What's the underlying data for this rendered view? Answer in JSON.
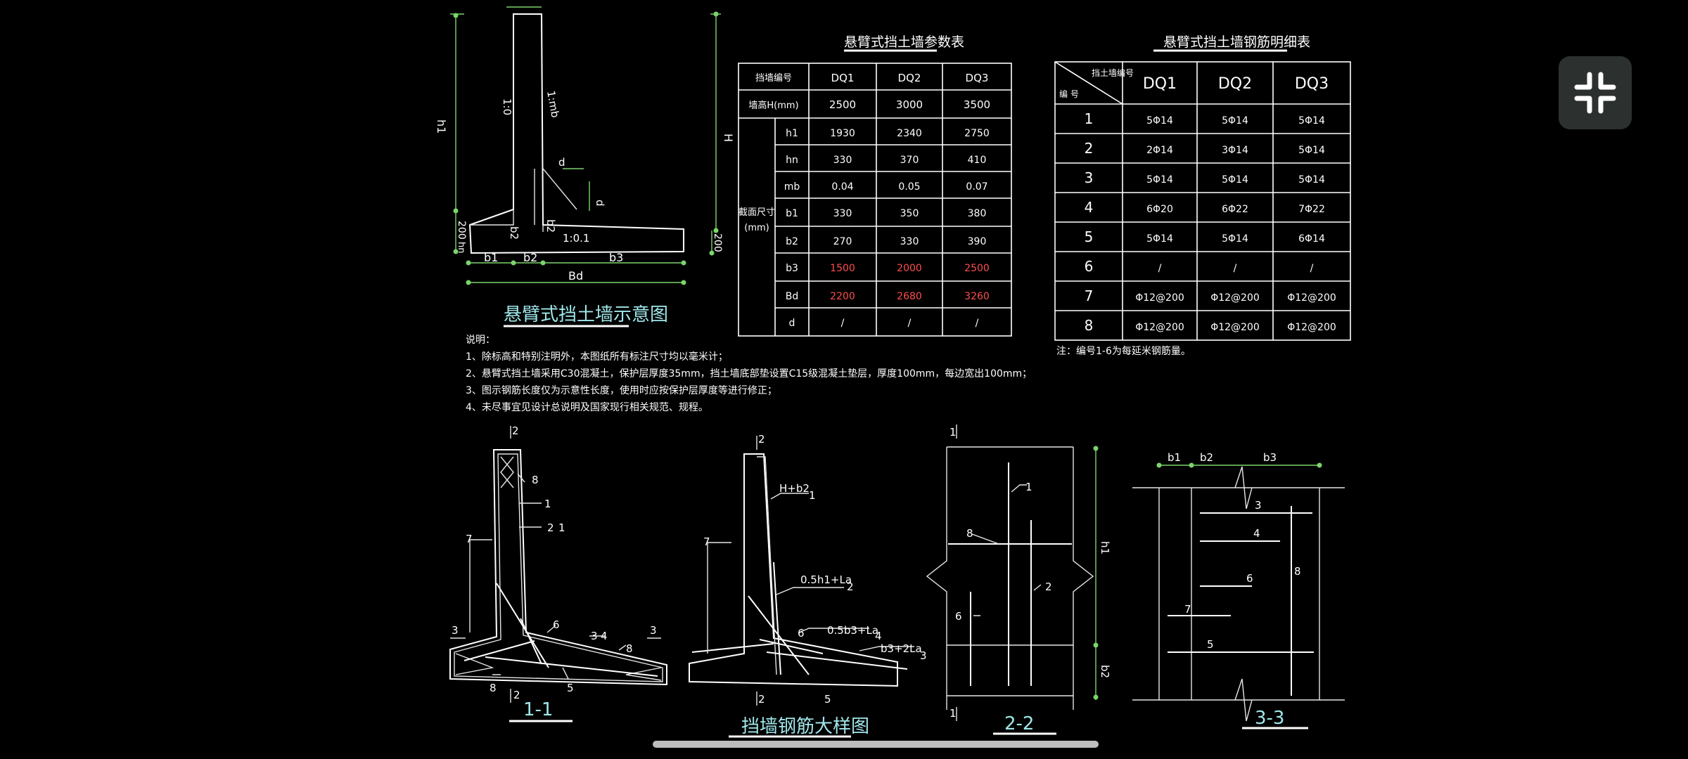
{
  "schematic": {
    "title": "悬臂式挡土墙示意图",
    "labels": {
      "h1": "h1",
      "H": "H",
      "slope_front": "1:0",
      "slope_back": "1:mb",
      "d_h": "d",
      "d_v": "d",
      "b2_l": "b2",
      "b2_r": "b2",
      "bottom_slope": "1:0.1",
      "dim_200_l": "200",
      "dim_200_r": "200",
      "hn": "hn",
      "b1": "b1",
      "b2": "b2",
      "b3": "b3",
      "Bd": "Bd"
    }
  },
  "param_table": {
    "title": "悬臂式挡土墙参数表",
    "head": [
      "挡墙编号",
      "DQ1",
      "DQ2",
      "DQ3"
    ],
    "height_row": [
      "墙高H(mm)",
      "2500",
      "3000",
      "3500"
    ],
    "group_label_1": "截面尺寸",
    "group_label_2": "(mm)",
    "rows": [
      {
        "k": "h1",
        "v": [
          "1930",
          "2340",
          "2750"
        ],
        "red": false
      },
      {
        "k": "hn",
        "v": [
          "330",
          "370",
          "410"
        ],
        "red": false
      },
      {
        "k": "mb",
        "v": [
          "0.04",
          "0.05",
          "0.07"
        ],
        "red": false
      },
      {
        "k": "b1",
        "v": [
          "330",
          "350",
          "380"
        ],
        "red": false
      },
      {
        "k": "b2",
        "v": [
          "270",
          "330",
          "390"
        ],
        "red": false
      },
      {
        "k": "b3",
        "v": [
          "1500",
          "2000",
          "2500"
        ],
        "red": true
      },
      {
        "k": "Bd",
        "v": [
          "2200",
          "2680",
          "3260"
        ],
        "red": true
      },
      {
        "k": "d",
        "v": [
          "/",
          "/",
          "/"
        ],
        "red": false
      }
    ]
  },
  "rebar_table": {
    "title": "悬臂式挡土墙钢筋明细表",
    "corner_top": "挡土墙编号",
    "corner_bottom": "编 号",
    "head": [
      "DQ1",
      "DQ2",
      "DQ3"
    ],
    "rows": [
      [
        "1",
        "5Φ14",
        "5Φ14",
        "5Φ14"
      ],
      [
        "2",
        "2Φ14",
        "3Φ14",
        "5Φ14"
      ],
      [
        "3",
        "5Φ14",
        "5Φ14",
        "5Φ14"
      ],
      [
        "4",
        "6Φ20",
        "6Φ22",
        "7Φ22"
      ],
      [
        "5",
        "5Φ14",
        "5Φ14",
        "6Φ14"
      ],
      [
        "6",
        "/",
        "/",
        "/"
      ],
      [
        "7",
        "Φ12@200",
        "Φ12@200",
        "Φ12@200"
      ],
      [
        "8",
        "Φ12@200",
        "Φ12@200",
        "Φ12@200"
      ]
    ],
    "note": "注：编号1-6为每延米钢筋量。"
  },
  "notes": [
    "说明：",
    "1、除标高和特别注明外，本图纸所有标注尺寸均以毫米计；",
    "2、悬臂式挡土墙采用C30混凝土，保护层厚度35mm，挡土墙底部垫设置C15级混凝土垫层，厚度100mm，每边宽出100mm；",
    "3、图示钢筋长度仅为示意性长度，使用时应按保护层厚度等进行修正；",
    "4、未尽事宜见设计总说明及国家现行相关规范、规程。"
  ],
  "section_1_1": {
    "title": "1-1",
    "labels": {
      "cut2_top": "2",
      "cut2_bot": "2",
      "cut3_l": "3",
      "cut3_r": "3",
      "r8_top": "8",
      "r1": "1",
      "r2": "2",
      "r1b": "1",
      "r7": "7",
      "r6": "6",
      "r3": "3",
      "r4": "4",
      "r8_bot": "8",
      "r8_left": "8",
      "r5": "5"
    }
  },
  "rebar_detail": {
    "title": "挡墙钢筋大样图",
    "labels": {
      "cut_top": "2",
      "cut_bot": "2",
      "r7": "7",
      "r1_txt": "H+b2",
      "r1": "1",
      "r2_txt": "0.5h1+La",
      "r2": "2",
      "r6": "6",
      "r4_txt": "0.5b3+La",
      "r4": "4",
      "r3_txt": "b3+2La",
      "r3": "3",
      "r5": "5"
    }
  },
  "section_2_2": {
    "title": "2-2",
    "labels": {
      "cut_top": "1",
      "cut_bot": "1",
      "r1": "1",
      "r8": "8",
      "r2": "2",
      "r6": "6",
      "h1": "h1",
      "b2": "b2"
    }
  },
  "section_3_3": {
    "title": "3-3",
    "labels": {
      "b1": "b1",
      "b2": "b2",
      "b3": "b3",
      "r3": "3",
      "r4": "4",
      "r6": "6",
      "r7": "7",
      "r5": "5",
      "r8": "8"
    }
  },
  "colors": {
    "background": "#000000",
    "line": "#ffffff",
    "dimension": "#7bd56b",
    "title": "#9fe7ea",
    "highlight": "#ff4d4d"
  },
  "controls": {
    "exit_fullscreen_icon": "exit-fullscreen-icon"
  }
}
